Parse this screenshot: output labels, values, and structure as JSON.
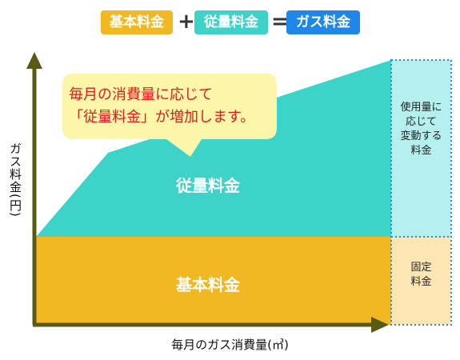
{
  "header": {
    "basic_fee": "基本料金",
    "plus": "+",
    "usage_fee": "従量料金",
    "equals": "=",
    "gas_fee": "ガス料金"
  },
  "callout": {
    "line1": "毎月の消費量に応じて",
    "line2": "「従量料金」が増加します。"
  },
  "areas": {
    "usage_fee": "従量料金",
    "basic_fee": "基本料金"
  },
  "side": {
    "variable_label": [
      "使用量に",
      "応じて",
      "変動する",
      "料金"
    ],
    "fixed_label": [
      "固定",
      "料金"
    ]
  },
  "axes": {
    "y_label": "ガス料金(円)",
    "x_label": "毎月のガス消費量(㎥)"
  },
  "colors": {
    "basic": "#f2b822",
    "usage": "#3dd3c8",
    "gas": "#1f86ea",
    "axis": "#5a5a14",
    "side_top": "#b3f0ee",
    "side_bottom": "#fde6b2",
    "dots": "#2a8be6",
    "callout_text": "#e21a1a",
    "callout_bg": "#fbf6a9"
  }
}
